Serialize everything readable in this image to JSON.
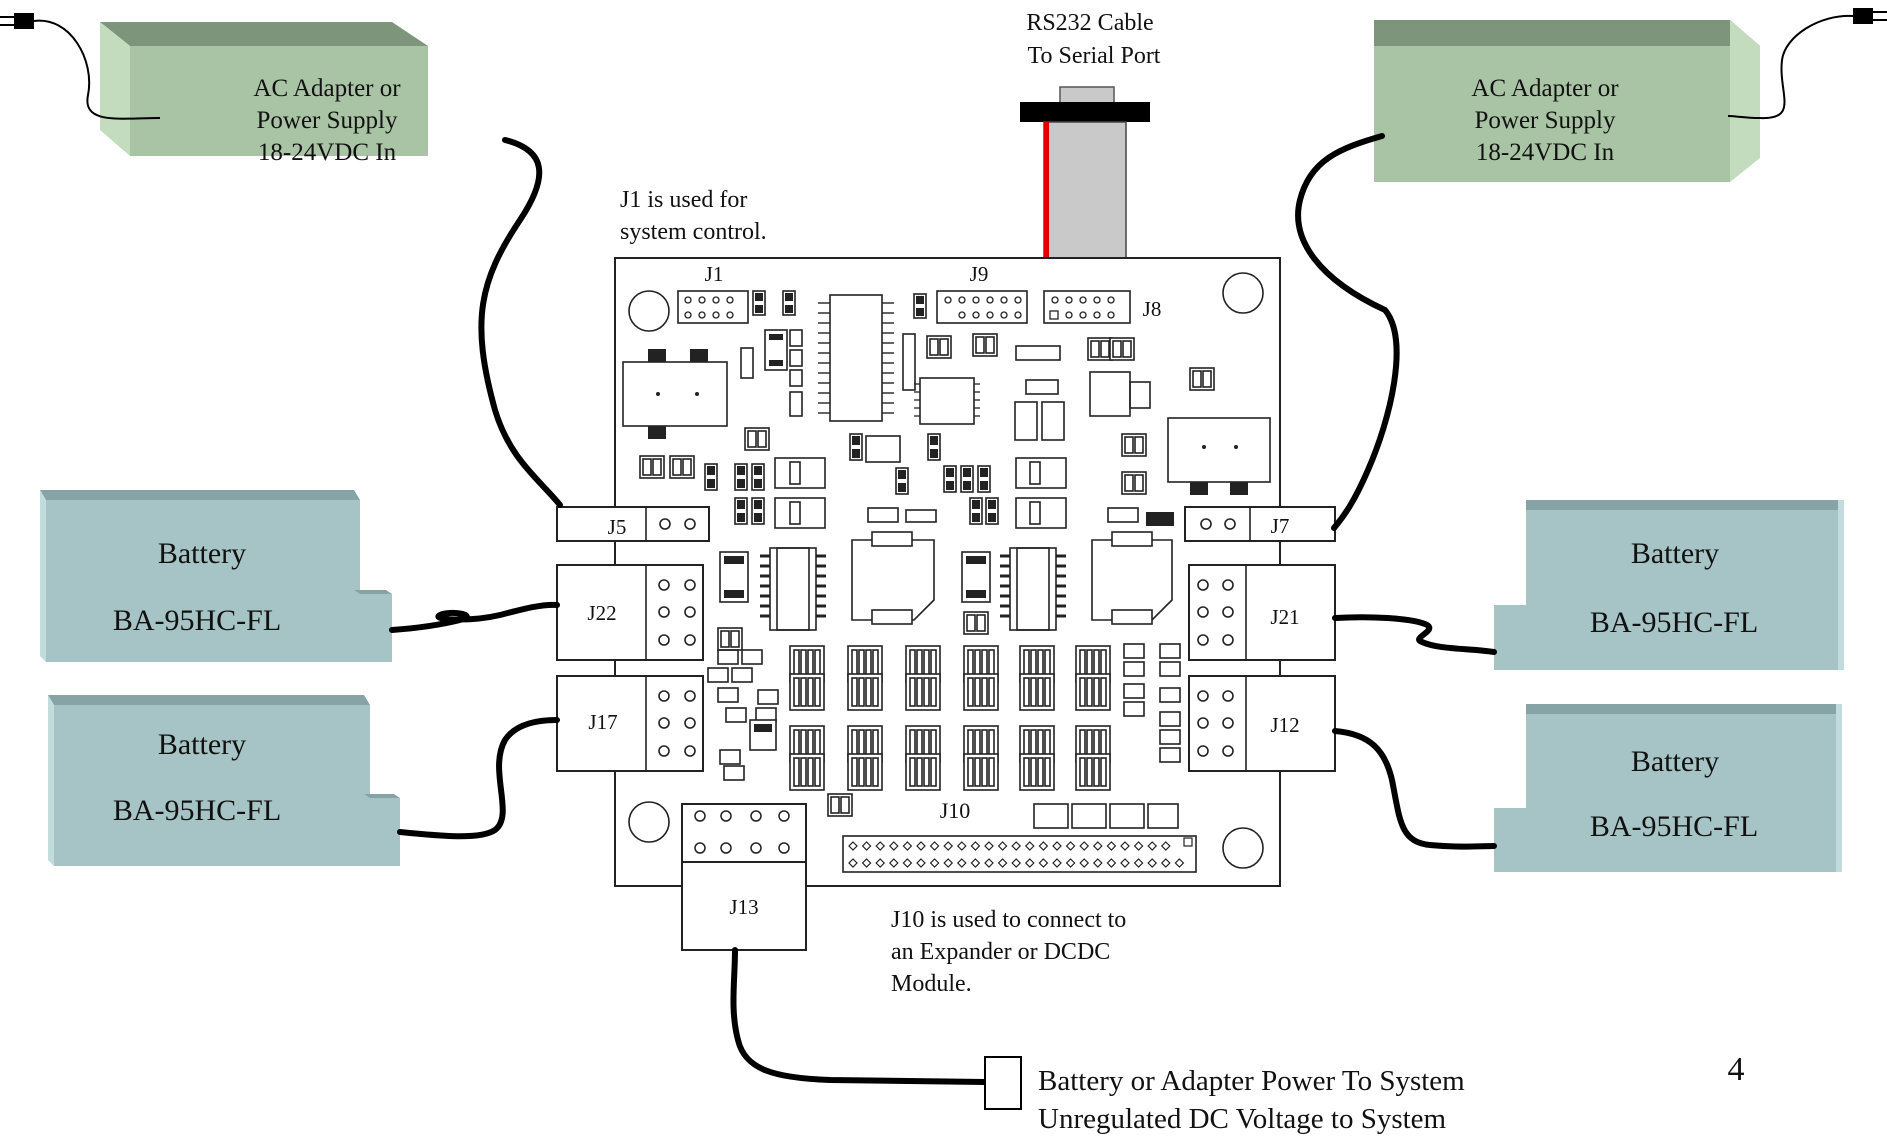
{
  "power_supplies": {
    "left": {
      "lines": [
        "AC Adapter or",
        "Power Supply",
        "18-24VDC In"
      ]
    },
    "right": {
      "lines": [
        "AC Adapter or",
        "Power Supply",
        "18-24VDC In"
      ]
    }
  },
  "cable": {
    "lines": [
      "RS232 Cable",
      "To Serial Port"
    ]
  },
  "notes": {
    "j1": [
      "J1 is used for",
      "system control."
    ],
    "j10": [
      "J10 is used to connect to",
      "an Expander or DCDC",
      "Module."
    ]
  },
  "batteries": [
    {
      "id": "left-top",
      "title": "Battery",
      "model": "BA-95HC-FL"
    },
    {
      "id": "left-bottom",
      "title": "Battery",
      "model": "BA-95HC-FL"
    },
    {
      "id": "right-top",
      "title": "Battery",
      "model": "BA-95HC-FL"
    },
    {
      "id": "right-bottom",
      "title": "Battery",
      "model": "BA-95HC-FL"
    }
  ],
  "connectors": {
    "j1": "J1",
    "j9": "J9",
    "j8": "J8",
    "j5": "J5",
    "j7": "J7",
    "j22": "J22",
    "j21": "J21",
    "j17": "J17",
    "j12": "J12",
    "j13": "J13",
    "j10": "J10"
  },
  "output": {
    "lines": [
      "Battery or Adapter Power To System",
      "Unregulated DC Voltage to System"
    ]
  },
  "page_number": "4",
  "colors": {
    "supply_front": "#a9c4a4",
    "supply_top": "#7d957a",
    "supply_side": "#c3dcbe",
    "battery_front": "#a6c3c5",
    "battery_top": "#86a3a6",
    "battery_side": "#c2dcdd",
    "cable_gray": "#c9c9c9",
    "cable_red": "#e00000"
  }
}
